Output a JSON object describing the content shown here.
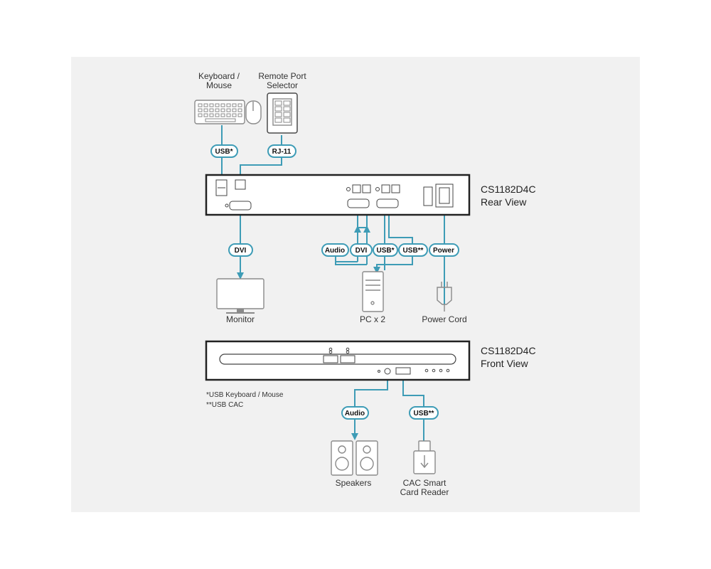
{
  "devices": {
    "keyboard_mouse": "Keyboard /\nMouse",
    "remote_port_selector": "Remote Port\nSelector",
    "monitor": "Monitor",
    "pc": "PC x 2",
    "power_cord": "Power Cord",
    "speakers": "Speakers",
    "cac_reader": "CAC Smart\nCard Reader"
  },
  "rear_unit": {
    "model": "CS1182D4C",
    "view": "Rear View"
  },
  "front_unit": {
    "model": "CS1182D4C",
    "view": "Front View"
  },
  "cables": {
    "usb_keyboard": "USB*",
    "rj11": "RJ-11",
    "dvi_monitor": "DVI",
    "audio_pc": "Audio",
    "dvi_pc": "DVI",
    "usb_pc": "USB*",
    "usb_cac_pc": "USB**",
    "power": "Power",
    "audio_front": "Audio",
    "usb_front": "USB**"
  },
  "footnotes": [
    "*USB Keyboard / Mouse",
    "**USB CAC"
  ],
  "colors": {
    "cable": "#3e9cb6",
    "panel": "#f1f1f1",
    "device_outline": "#4a4a4a",
    "icon": "#8a8a8a"
  }
}
